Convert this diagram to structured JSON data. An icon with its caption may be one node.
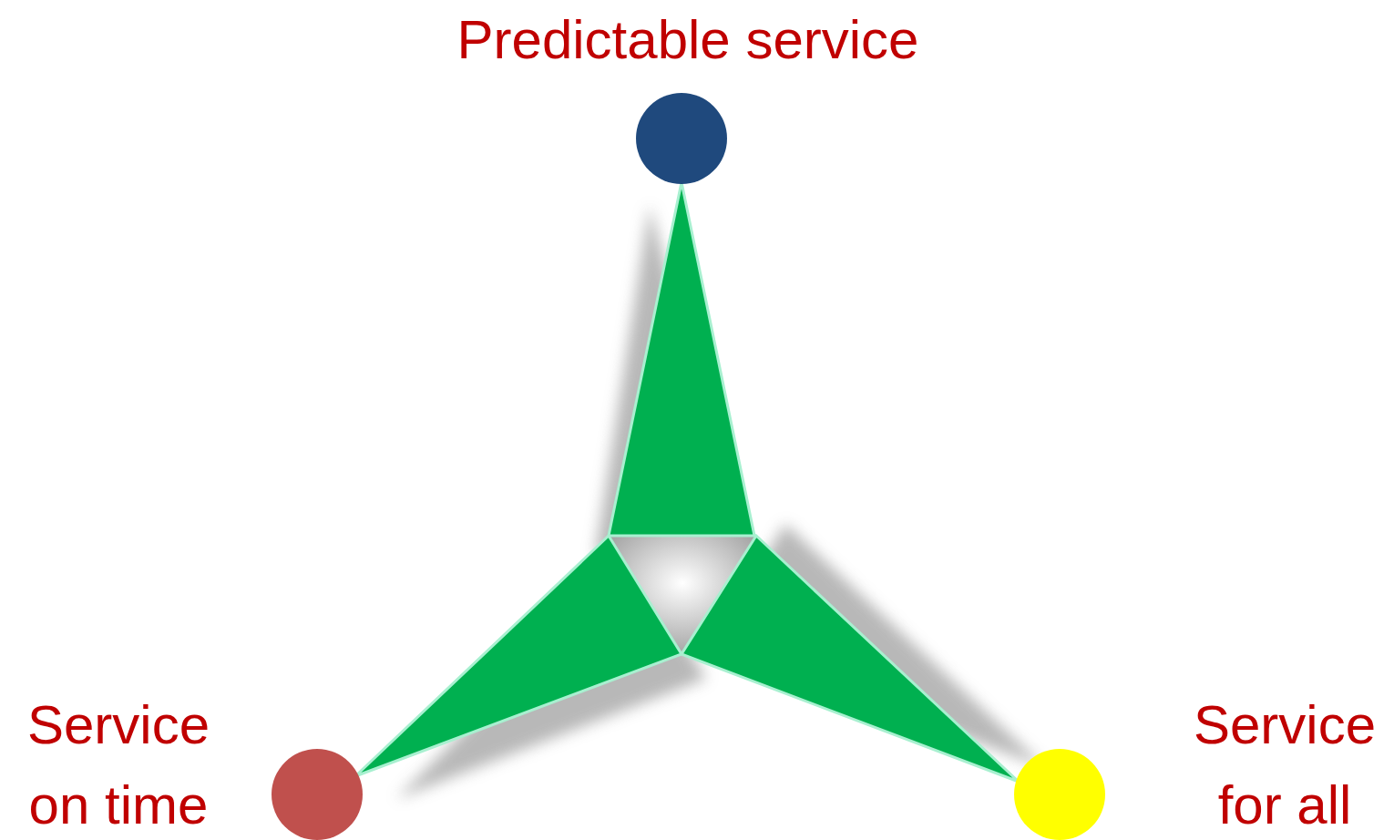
{
  "diagram": {
    "nodes": [
      {
        "text": [],
        "shape": "circle",
        "beside": [
          "Predictable service"
        ]
      },
      {
        "text": [],
        "shape": "circle",
        "beside": [
          "Service on time"
        ]
      },
      {
        "text": [],
        "shape": "circle",
        "beside": [
          "Service for all"
        ]
      }
    ]
  }
}
